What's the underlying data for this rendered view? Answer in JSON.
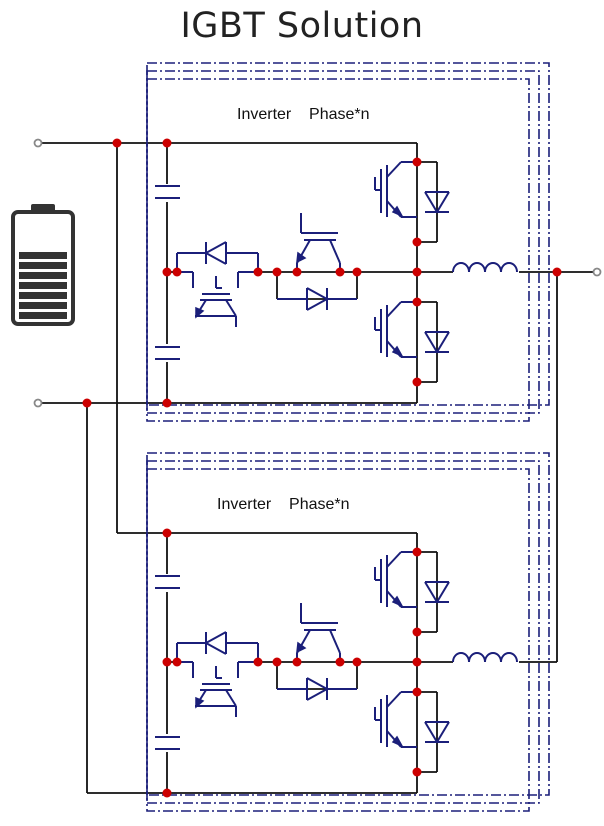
{
  "title": "IGBT Solution",
  "modules": [
    {
      "label": "Inverter    Phase*n"
    },
    {
      "label": "Inverter    Phase*n"
    }
  ],
  "icons": {
    "battery": "battery-icon"
  },
  "colors": {
    "component": "#1b1f7a",
    "node": "#cc0000",
    "wire": "#111111",
    "battery": "#333333"
  }
}
